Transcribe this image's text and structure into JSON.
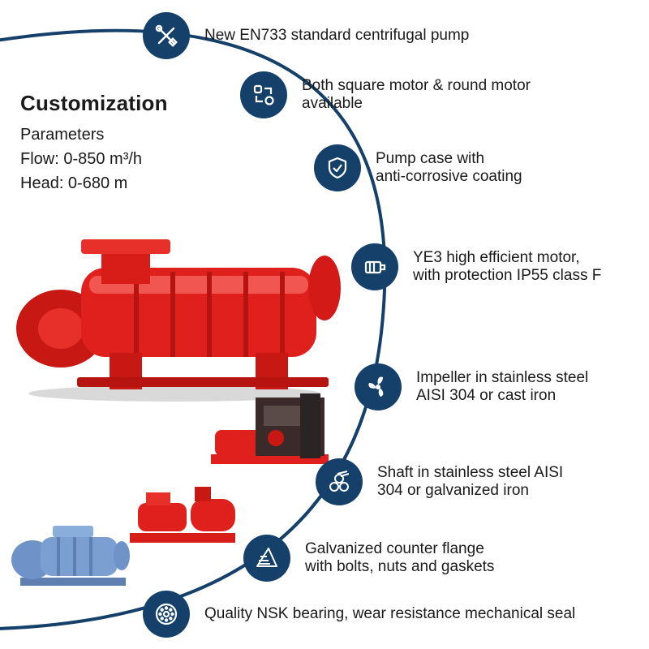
{
  "spec": {
    "title": "Customization",
    "lines": [
      "Parameters",
      "Flow: 0-850 m³/h",
      "Head: 0-680 m"
    ]
  },
  "colors": {
    "badge": "#14406a",
    "arc": "#14406a",
    "pump_red": "#e0201c",
    "pump_blue": "#7a9fd0"
  },
  "features": [
    {
      "icon": "tools-icon",
      "lines": [
        "New EN733 standard centrifugal pump"
      ]
    },
    {
      "icon": "swap-icon",
      "lines": [
        "Both square motor & round motor",
        "available"
      ]
    },
    {
      "icon": "shield-icon",
      "lines": [
        "Pump case with",
        "anti-corrosive coating"
      ]
    },
    {
      "icon": "motor-icon",
      "lines": [
        "YE3 high efficient motor,",
        "with protection IP55 class F"
      ]
    },
    {
      "icon": "fan-icon",
      "lines": [
        "Impeller in stainless steel",
        "AISI 304 or cast iron"
      ]
    },
    {
      "icon": "shaft-icon",
      "lines": [
        "Shaft in stainless steel AISI",
        "304 or galvanized iron"
      ]
    },
    {
      "icon": "flange-icon",
      "lines": [
        "Galvanized counter flange",
        "with bolts, nuts and gaskets"
      ]
    },
    {
      "icon": "bearing-icon",
      "lines": [
        "Quality NSK bearing, wear resistance mechanical seal"
      ]
    }
  ]
}
